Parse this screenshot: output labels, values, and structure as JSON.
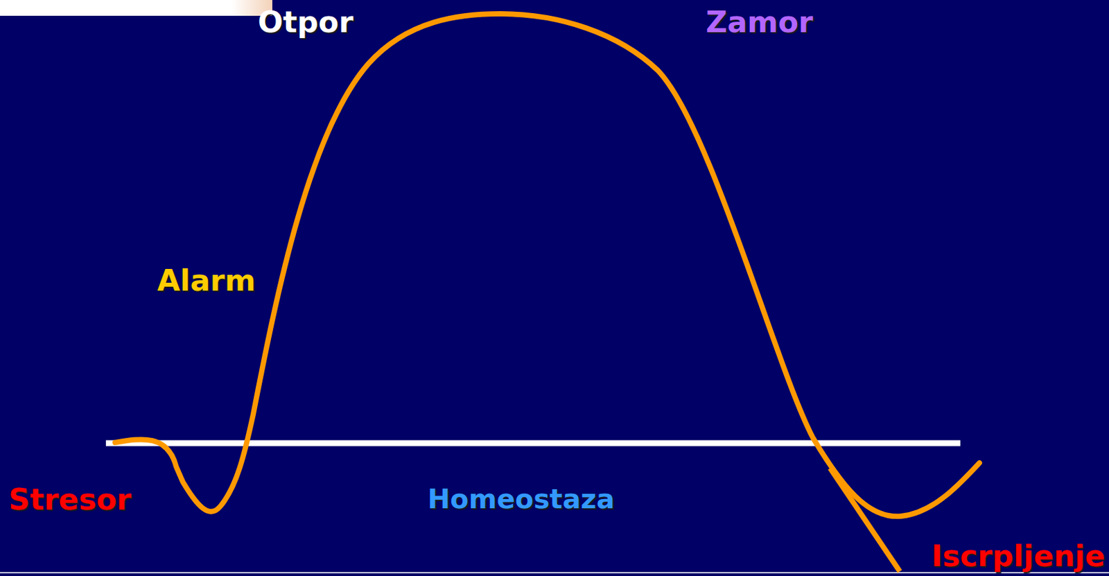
{
  "diagram": {
    "labels": [
      "Otpor",
      "Zamor",
      "Alarm",
      "Stresor",
      "Homeostaza",
      "Iscrpljenje"
    ]
  }
}
